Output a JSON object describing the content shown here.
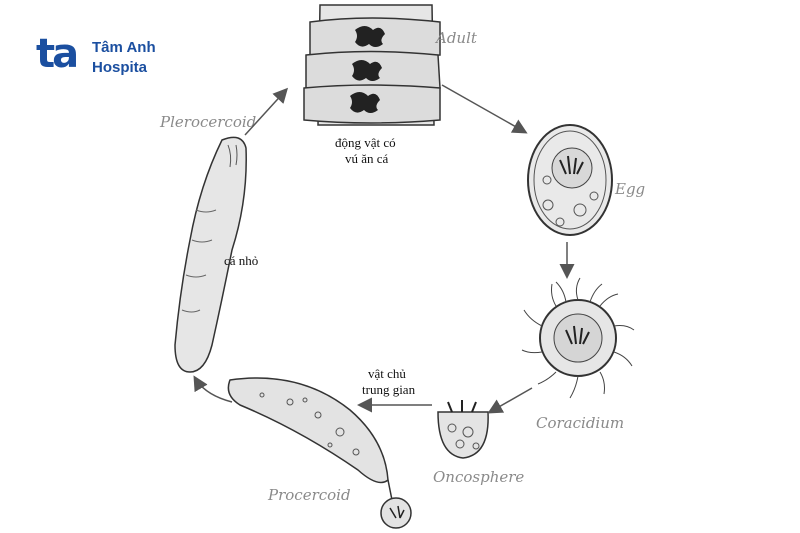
{
  "logo": {
    "mark": "ta",
    "line1": "Tâm Anh",
    "line2": "Hospita",
    "color": "#1b4fa0"
  },
  "stages": {
    "adult": "Adult",
    "egg": "Egg",
    "coracidium": "Coracidium",
    "oncosphere": "Oncosphere",
    "procercoid": "Procercoid",
    "plerocercoid": "Plerocercoid"
  },
  "notes": {
    "host_line1": "động vật có",
    "host_line2": "vú ăn cá",
    "small_fish": "cá nhỏ",
    "intermediate_line1": "vật chủ",
    "intermediate_line2": "trung gian"
  }
}
